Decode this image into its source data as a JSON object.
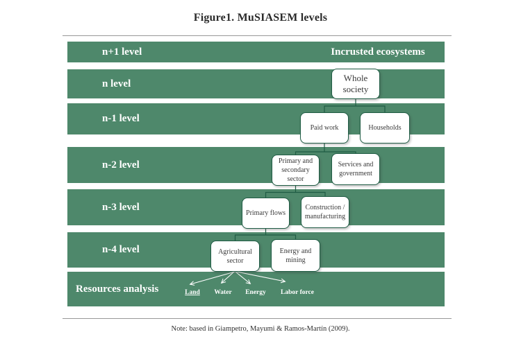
{
  "title": "Figure1. MuSIASEM levels",
  "note": "Note: based in Giampetro, Mayumi & Ramos-Martín (2009).",
  "colors": {
    "bar_green": "#4e886b",
    "node_border_green": "#1f5c44",
    "node_background": "#ffffff",
    "bar_text": "#ffffff",
    "node_text": "#3a3a3a"
  },
  "rows": [
    {
      "label": "n+1 level",
      "right_label": "Incrusted ecosystems"
    },
    {
      "label": "n level"
    },
    {
      "label": "n-1 level"
    },
    {
      "label": "n-2 level"
    },
    {
      "label": "n-3 level"
    },
    {
      "label": "n-4 level"
    },
    {
      "label": "Resources analysis"
    }
  ],
  "boxes": {
    "whole_society": "Whole society",
    "paid_work": "Paid work",
    "households": "Households",
    "primary_secondary": "Primary and secondary sector",
    "services_government": "Services and government",
    "primary_flows": "Primary flows",
    "construction_manufacturing": "Construction / manufacturing",
    "agricultural_sector": "Agricultural sector",
    "energy_mining": "Energy and mining"
  },
  "resources": [
    "Land",
    "Water",
    "Energy",
    "Labor force"
  ]
}
